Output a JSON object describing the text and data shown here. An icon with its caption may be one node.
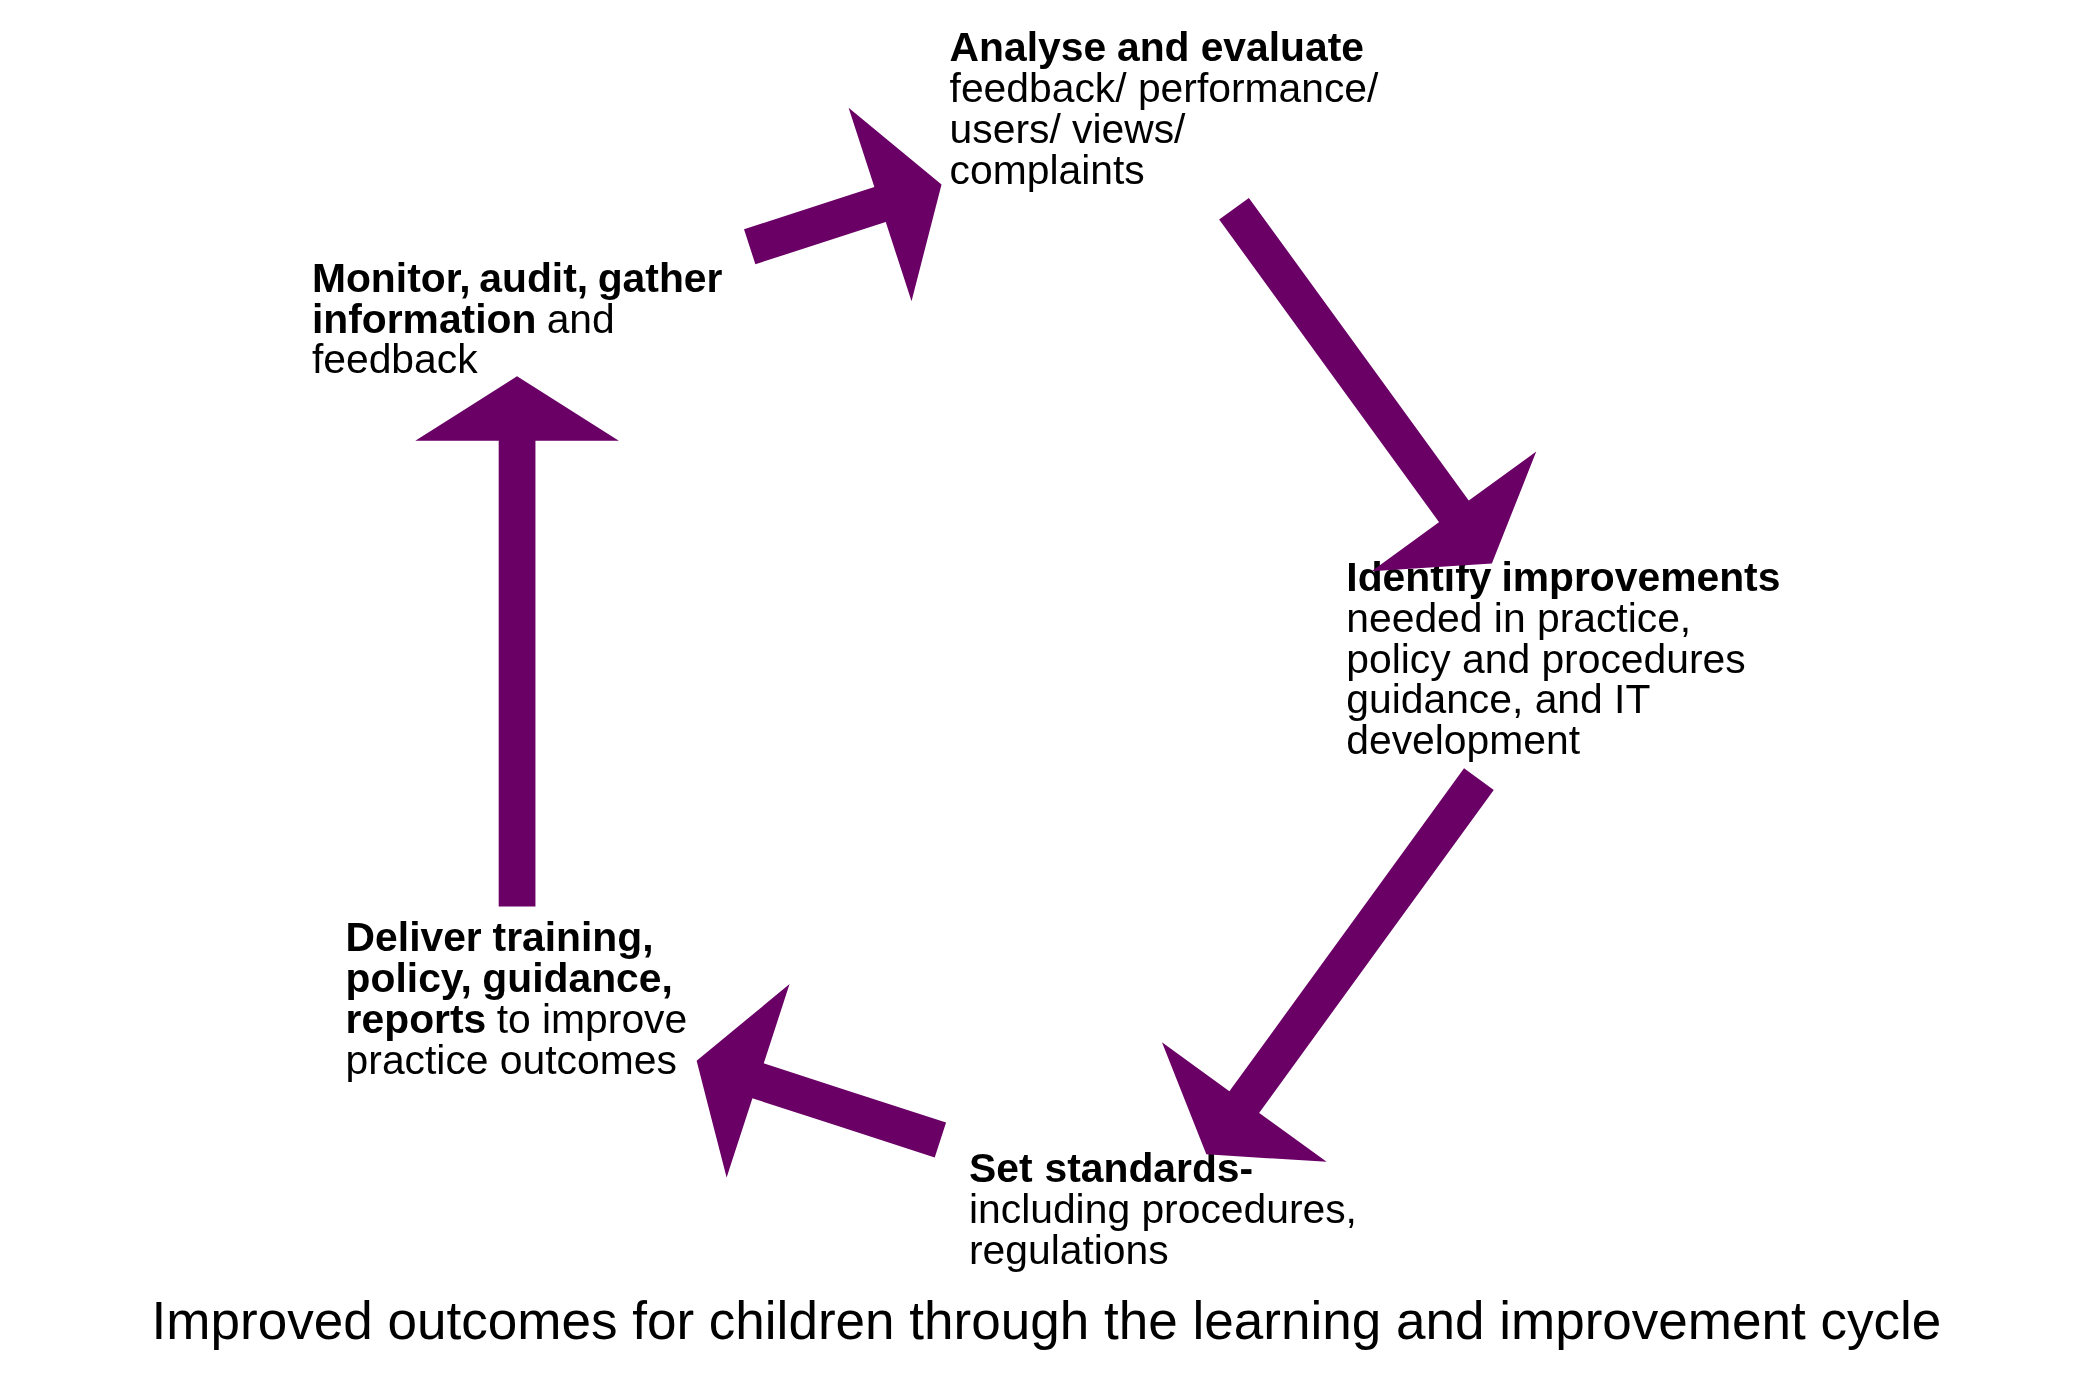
{
  "diagram": {
    "title": "Improved outcomes for children through the learning and improvement cycle",
    "nodes": [
      {
        "text": [
          "**Set standards-** including procedures, regulations"
        ]
      },
      {
        "text": [
          "**Deliver training, policy, guidance, reports** to improve practice outcomes"
        ]
      },
      {
        "text": [
          "**Monitor, audit, gather information** and feedback"
        ]
      },
      {
        "text": [
          "**Analyse and evaluate** feedback/ performance/ users/ views/ complaints"
        ]
      },
      {
        "text": [
          "**Identify improvements** needed in practice, policy and procedures guidance, and IT development"
        ]
      }
    ],
    "edges": [
      {
        "from": 0,
        "to": 1,
        "arrow": "to"
      },
      {
        "from": 1,
        "to": 2,
        "arrow": "to"
      },
      {
        "from": 2,
        "to": 3,
        "arrow": "to"
      },
      {
        "from": 3,
        "to": 4,
        "arrow": "to"
      },
      {
        "from": 4,
        "to": 0,
        "arrow": "to"
      }
    ]
  }
}
